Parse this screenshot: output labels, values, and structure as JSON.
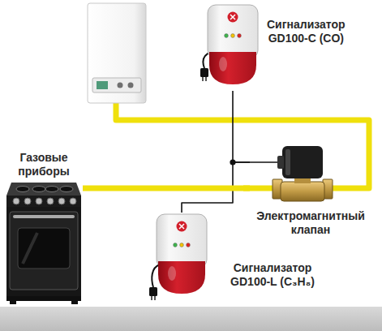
{
  "diagram": {
    "nodes": [
      {
        "text": [
          "Сигнализатор GD100-C (CO)"
        ]
      },
      {
        "text": [
          "Газовые приборы"
        ]
      },
      {
        "text": [
          "Электромагнитный клапан"
        ]
      },
      {
        "text": [
          "Сигнализатор GD100-L (C₃H₈)"
        ]
      }
    ],
    "edges": [
      {
        "from": 0,
        "to": 2,
        "arrow": "none"
      },
      {
        "from": 3,
        "to": 2,
        "arrow": "none"
      },
      {
        "from": 1,
        "to": 2,
        "arrow": "none"
      }
    ]
  }
}
